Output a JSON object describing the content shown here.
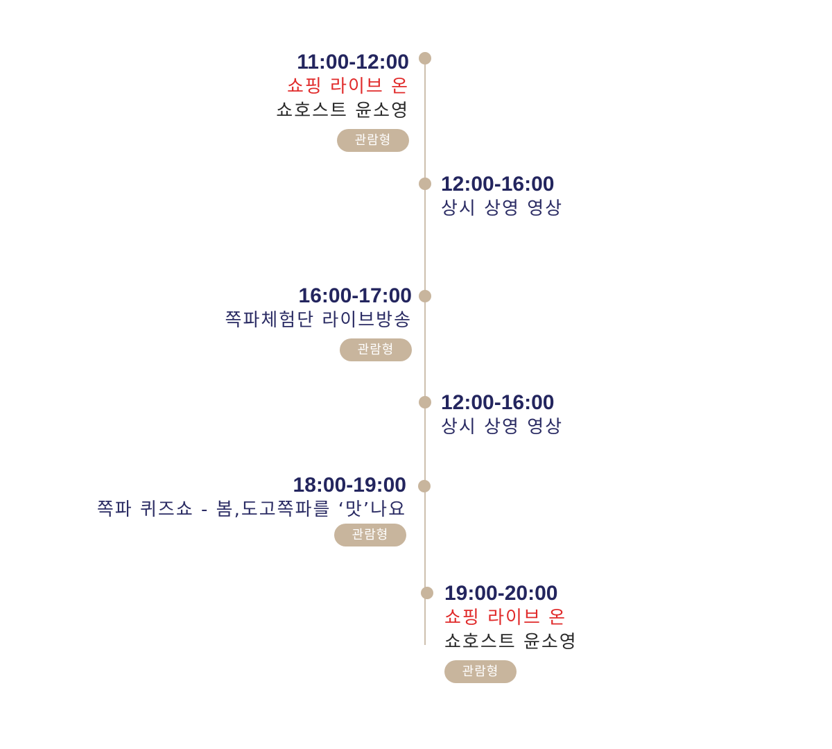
{
  "schedule": [
    {
      "time": "11:00-12:00",
      "lines": [
        "쇼핑 라이브 온",
        "쇼호스트 윤소영"
      ],
      "badge": "관람형"
    },
    {
      "time": "12:00-16:00",
      "lines": [
        "상시 상영 영상"
      ]
    },
    {
      "time": "16:00-17:00",
      "lines": [
        "쪽파체험단 라이브방송"
      ],
      "badge": "관람형"
    },
    {
      "time": "12:00-16:00",
      "lines": [
        "상시 상영 영상"
      ]
    },
    {
      "time": "18:00-19:00",
      "lines": [
        "쪽파 퀴즈쇼 - 봄,도고쪽파를 ‘맛’나요"
      ],
      "badge": "관람형"
    },
    {
      "time": "19:00-20:00",
      "lines": [
        "쇼핑 라이브 온",
        "쇼호스트 윤소영"
      ],
      "badge": "관람형"
    }
  ],
  "colors": {
    "time_text": "#23255e",
    "highlight_red": "#e02a2a",
    "accent_beige": "#c8b59d",
    "line_beige": "#cdbfae"
  }
}
